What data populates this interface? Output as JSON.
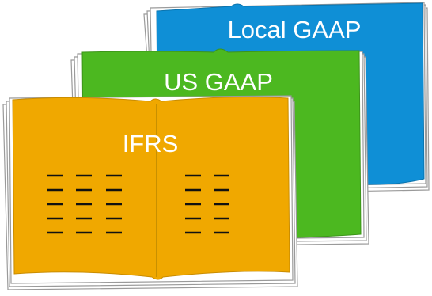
{
  "books": [
    {
      "id": "local-gaap",
      "label": "Local GAAP",
      "color": "#0f8fd6"
    },
    {
      "id": "us-gaap",
      "label": "US GAAP",
      "color": "#4cb820"
    },
    {
      "id": "ifrs",
      "label": "IFRS",
      "color": "#f0a800"
    }
  ],
  "colors": {
    "page_edge": "#ffffff",
    "outline": "#9a9a9a",
    "text_lines": "#111111"
  }
}
